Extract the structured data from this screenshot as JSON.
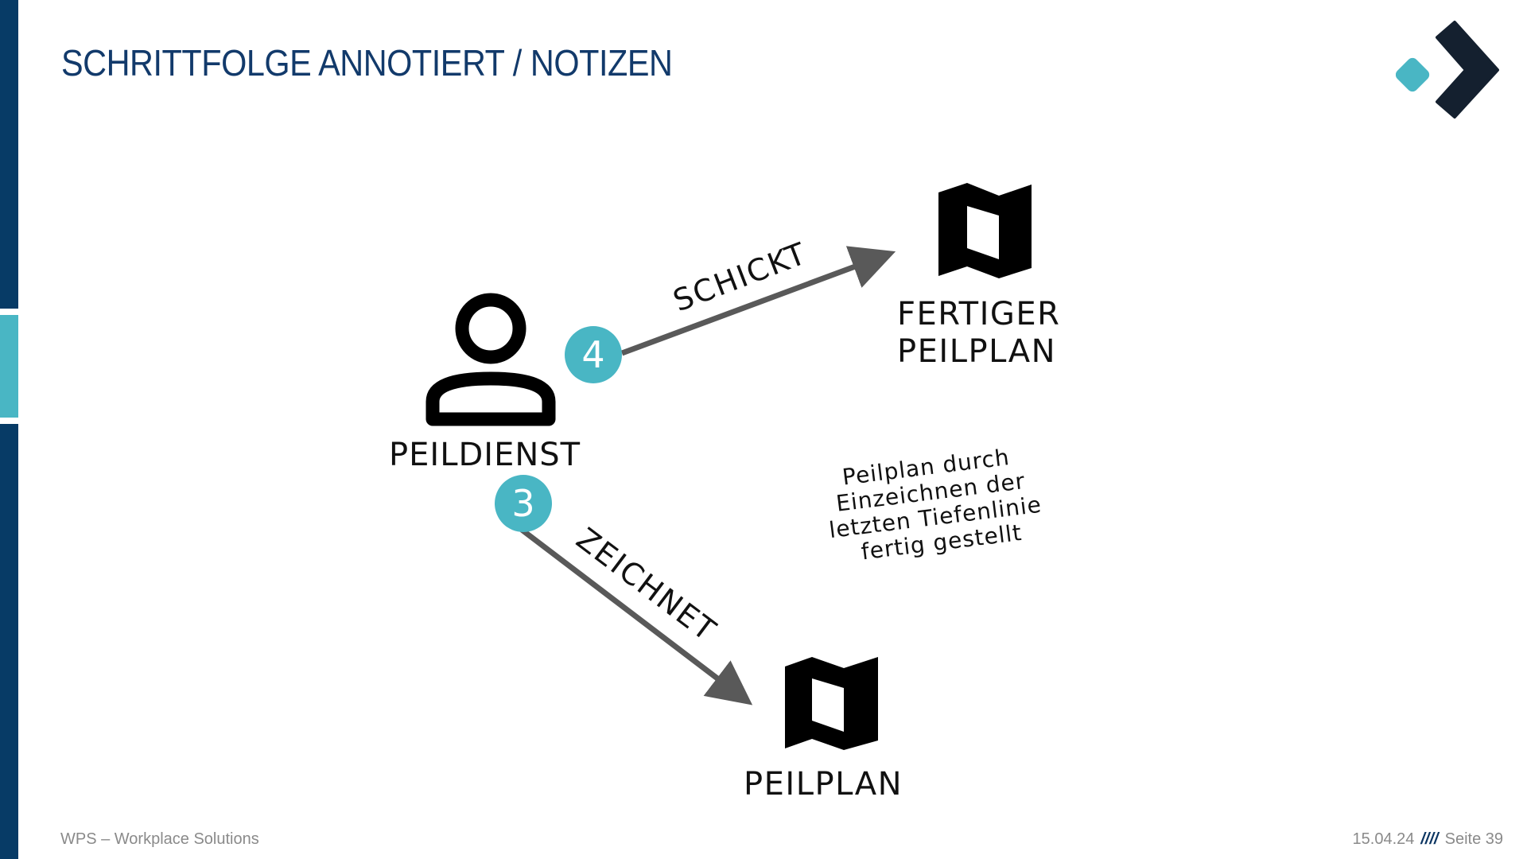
{
  "slide": {
    "title": "SCHRITTFOLGE ANNOTIERT / NOTIZEN"
  },
  "diagram": {
    "actor_label": "PEILDIENST",
    "finished_plan_label_line1": "FERTIGER",
    "finished_plan_label_line2": "PEILPLAN",
    "plan_label": "PEILPLAN",
    "step_send_number": "4",
    "step_send_label": "SCHICKT",
    "step_draw_number": "3",
    "step_draw_label": "ZEICHNET",
    "note_lines": [
      "Peilplan durch",
      "Einzeichnen der",
      "letzten Tiefenlinie",
      "fertig gestellt"
    ]
  },
  "footer": {
    "company": "WPS – Workplace Solutions",
    "date": "15.04.24",
    "separator": "////",
    "page": "Seite 39"
  },
  "colors": {
    "navy": "#073b66",
    "teal": "#49b6c4",
    "arrow": "#595959",
    "logo_dark": "#14202f"
  }
}
